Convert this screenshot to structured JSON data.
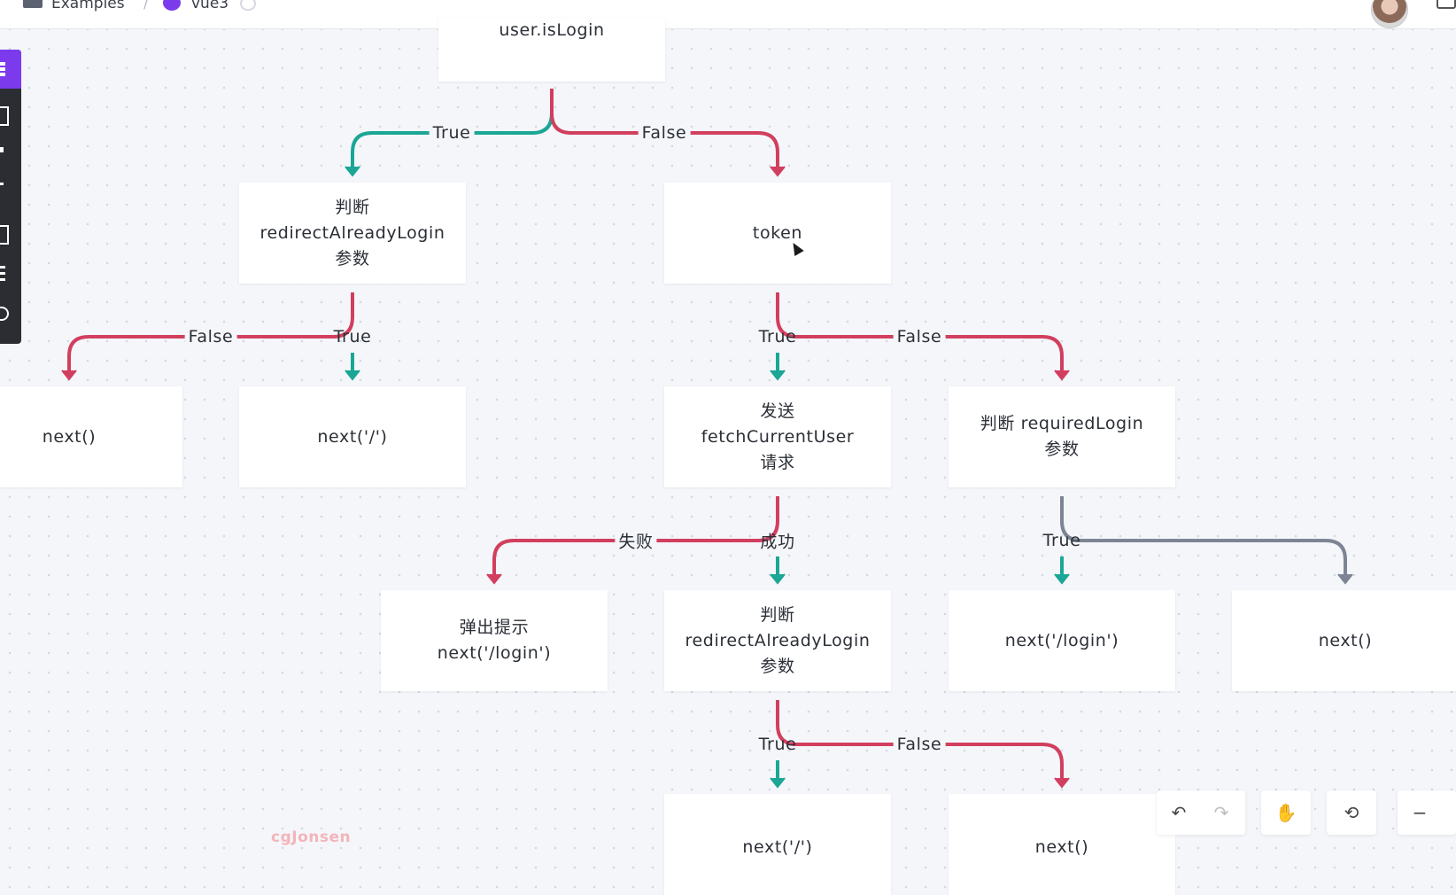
{
  "breadcrumb": {
    "folder": "Examples",
    "separator": "/",
    "file": "vue3"
  },
  "nodes": [
    {
      "id": "isLogin",
      "text": "user.isLogin"
    },
    {
      "id": "redirect1",
      "text": "判断\nredirectAlreadyLogin\n参数"
    },
    {
      "id": "token",
      "text": "token"
    },
    {
      "id": "next_a",
      "text": "next()"
    },
    {
      "id": "next_root1",
      "text": "next('/')"
    },
    {
      "id": "fetch",
      "text": "发送\nfetchCurrentUser\n请求"
    },
    {
      "id": "requiredLogin",
      "text": "判断 requiredLogin\n参数"
    },
    {
      "id": "popup",
      "text": "弹出提示\nnext('/login')"
    },
    {
      "id": "redirect2",
      "text": "判断\nredirectAlreadyLogin\n参数"
    },
    {
      "id": "next_login",
      "text": "next('/login')"
    },
    {
      "id": "next_b",
      "text": "next()"
    },
    {
      "id": "next_root2",
      "text": "next('/')"
    },
    {
      "id": "next_c",
      "text": "next()"
    }
  ],
  "edge_labels": {
    "e1_true": "True",
    "e1_false": "False",
    "e2_false": "False",
    "e2_true": "True",
    "e3_true": "True",
    "e3_false": "False",
    "e4_fail": "失败",
    "e4_success": "成功",
    "e5_true": "True",
    "e6_true": "True",
    "e6_false": "False"
  },
  "colors": {
    "true_edge": "#1ba695",
    "false_edge": "#d23f5e",
    "neutral_edge": "#7d8594",
    "accent": "#7c3aed"
  },
  "watermark": "cgJonsen",
  "controls": [
    {
      "name": "undo-icon",
      "glyph": "↶"
    },
    {
      "name": "redo-icon",
      "glyph": "↷"
    },
    {
      "name": "hand-icon",
      "glyph": "✋"
    },
    {
      "name": "history-icon",
      "glyph": "⟲"
    },
    {
      "name": "zoom-out-icon",
      "glyph": "−"
    }
  ]
}
